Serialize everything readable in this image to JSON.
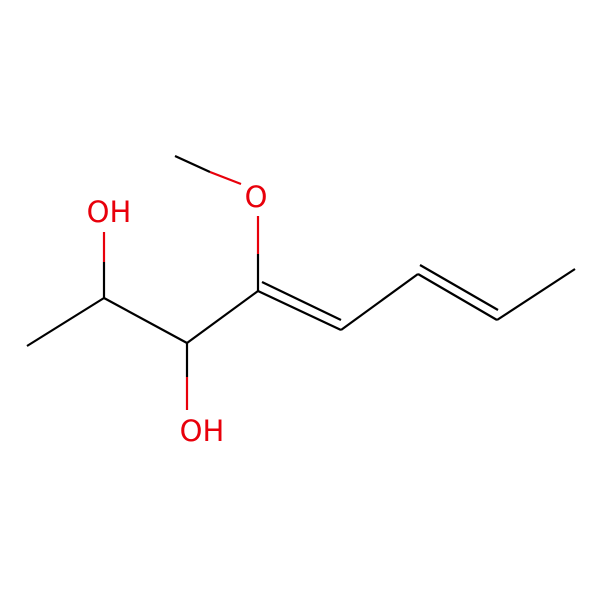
{
  "molecule": {
    "labels": {
      "oh_top": "OH",
      "oh_bottom": "OH",
      "o_methoxy": "O"
    },
    "colors": {
      "bond": "#000000",
      "oxygen": "#e8000b",
      "background": "#ffffff"
    }
  }
}
